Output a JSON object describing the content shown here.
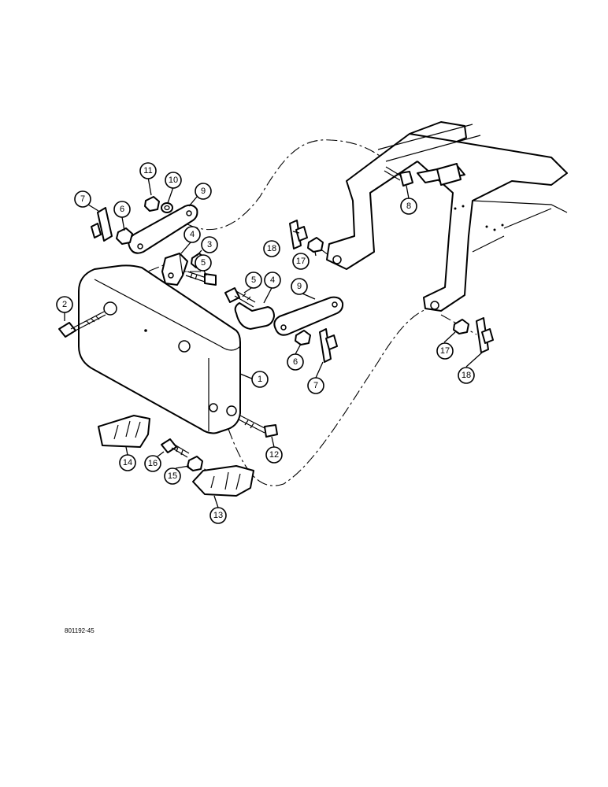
{
  "drawing_id": "801192-45",
  "callouts": [
    {
      "label": "1"
    },
    {
      "label": "2"
    },
    {
      "label": "3"
    },
    {
      "label": "4"
    },
    {
      "label": "5"
    },
    {
      "label": "4"
    },
    {
      "label": "5"
    },
    {
      "label": "6"
    },
    {
      "label": "6"
    },
    {
      "label": "7"
    },
    {
      "label": "7"
    },
    {
      "label": "8"
    },
    {
      "label": "9"
    },
    {
      "label": "9"
    },
    {
      "label": "10"
    },
    {
      "label": "11"
    },
    {
      "label": "12"
    },
    {
      "label": "13"
    },
    {
      "label": "14"
    },
    {
      "label": "15"
    },
    {
      "label": "16"
    },
    {
      "label": "17"
    },
    {
      "label": "17"
    },
    {
      "label": "18"
    },
    {
      "label": "18"
    }
  ]
}
